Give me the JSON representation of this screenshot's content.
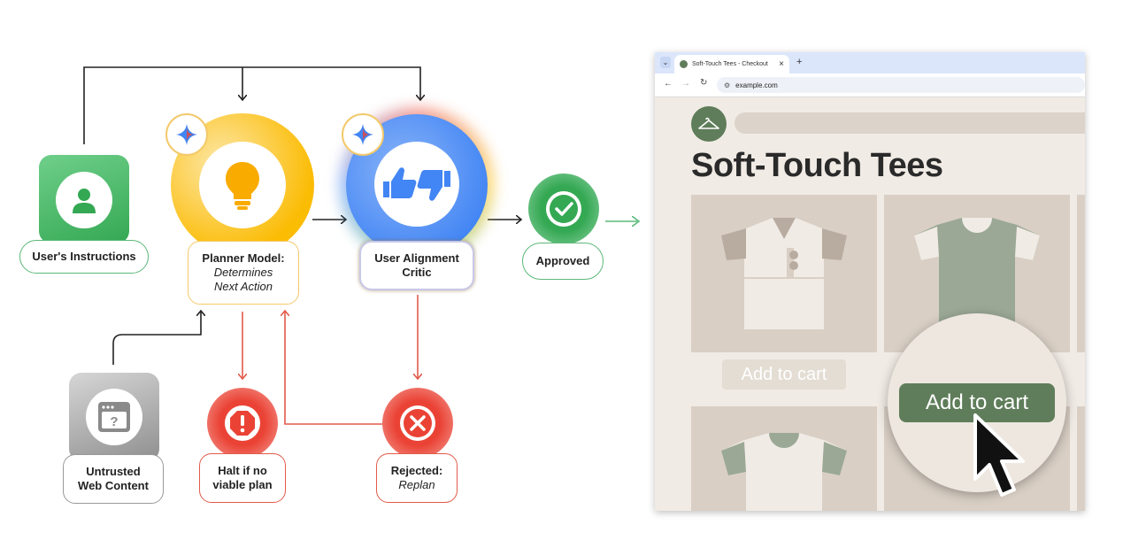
{
  "diagram": {
    "nodes": {
      "user_instructions": {
        "label": "User's Instructions",
        "icon": "user-icon"
      },
      "planner": {
        "label": "Planner Model:",
        "sub1": "Determines",
        "sub2": "Next Action",
        "icon": "lightbulb-icon"
      },
      "critic": {
        "label1": "User Alignment",
        "label2": "Critic",
        "icon": "thumbs-up-down-icon"
      },
      "approved": {
        "label": "Approved",
        "icon": "check-icon"
      },
      "untrusted": {
        "label1": "Untrusted",
        "label2": "Web Content",
        "icon": "browser-question-icon"
      },
      "halt": {
        "label1": "Halt if no",
        "label2": "viable plan",
        "icon": "warning-octagon-icon"
      },
      "rejected": {
        "label": "Rejected:",
        "sub": "Replan",
        "icon": "x-circle-icon"
      }
    },
    "colors": {
      "green": "#34a853",
      "yellow": "#fbbc04",
      "blue": "#4285f4",
      "red": "#ea4335",
      "gray": "#9e9e9e"
    }
  },
  "browser": {
    "tab_title": "Soft-Touch Tees - Checkout",
    "tab_close": "×",
    "new_tab": "+",
    "url": "example.com",
    "page_title": "Soft-Touch Tees",
    "add_to_cart_small": "Add to cart",
    "add_to_cart_zoom": "Add to cart"
  }
}
